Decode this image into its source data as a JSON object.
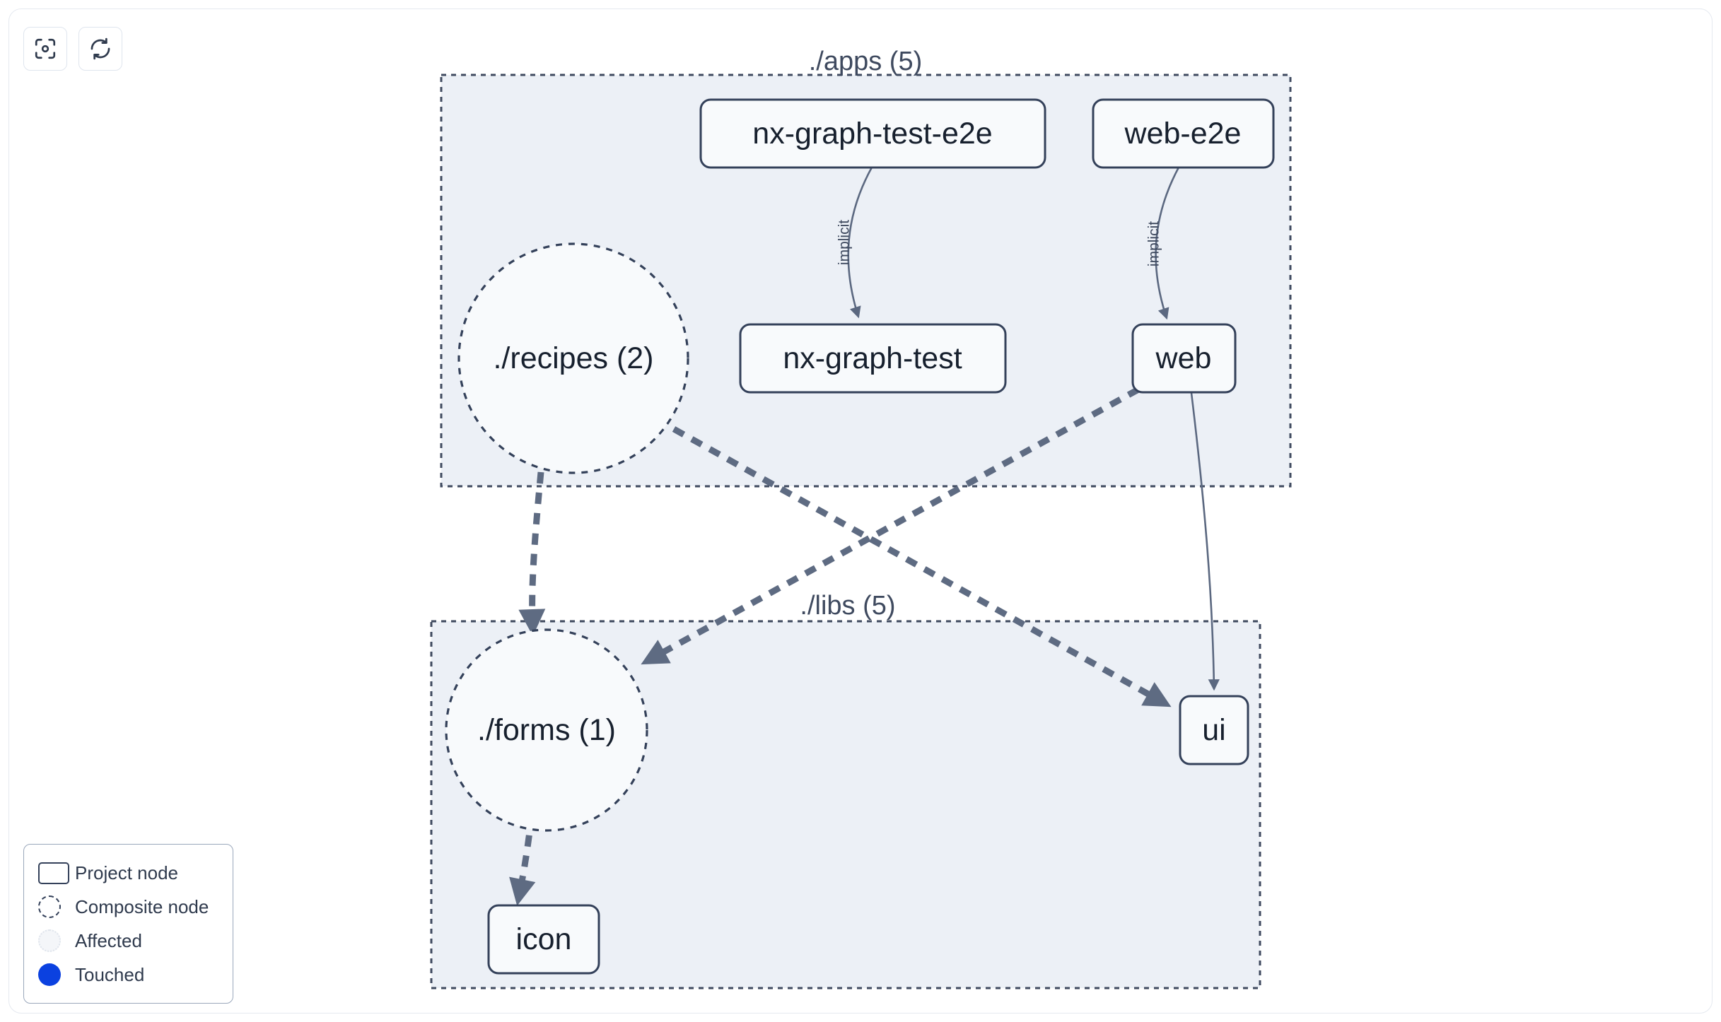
{
  "toolbar": {
    "buttons": [
      {
        "name": "focus-graph-button",
        "icon": "focus-target-icon",
        "label": "Focus graph"
      },
      {
        "name": "refresh-graph-button",
        "icon": "refresh-icon",
        "label": "Refresh graph"
      }
    ]
  },
  "graph": {
    "groups": [
      {
        "id": "apps",
        "label": "./apps (5)"
      },
      {
        "id": "libs",
        "label": "./libs (5)"
      }
    ],
    "nodes": [
      {
        "id": "nx-graph-test-e2e",
        "label": "nx-graph-test-e2e",
        "type": "project",
        "group": "apps"
      },
      {
        "id": "web-e2e",
        "label": "web-e2e",
        "type": "project",
        "group": "apps"
      },
      {
        "id": "nx-graph-test",
        "label": "nx-graph-test",
        "type": "project",
        "group": "apps"
      },
      {
        "id": "web",
        "label": "web",
        "type": "project",
        "group": "apps"
      },
      {
        "id": "recipes",
        "label": "./recipes (2)",
        "type": "composite",
        "group": "apps"
      },
      {
        "id": "forms",
        "label": "./forms (1)",
        "type": "composite",
        "group": "libs"
      },
      {
        "id": "ui",
        "label": "ui",
        "type": "project",
        "group": "libs"
      },
      {
        "id": "icon",
        "label": "icon",
        "type": "project",
        "group": "libs"
      }
    ],
    "edges": [
      {
        "source": "nx-graph-test-e2e",
        "target": "nx-graph-test",
        "label": "implicit",
        "style": "solid"
      },
      {
        "source": "web-e2e",
        "target": "web",
        "label": "implicit",
        "style": "solid"
      },
      {
        "source": "web",
        "target": "ui",
        "label": "",
        "style": "solid"
      },
      {
        "source": "recipes",
        "target": "forms",
        "label": "",
        "style": "dashed"
      },
      {
        "source": "recipes",
        "target": "ui",
        "label": "",
        "style": "dashed"
      },
      {
        "source": "web",
        "target": "forms",
        "label": "",
        "style": "dashed"
      },
      {
        "source": "forms",
        "target": "icon",
        "label": "",
        "style": "dashed"
      }
    ]
  },
  "legend": {
    "items": [
      {
        "swatch": "project-node-swatch",
        "label": "Project node"
      },
      {
        "swatch": "composite-node-swatch",
        "label": "Composite node"
      },
      {
        "swatch": "affected-swatch",
        "label": "Affected"
      },
      {
        "swatch": "touched-swatch",
        "label": "Touched"
      }
    ]
  },
  "colors": {
    "group_fill": "#ecf0f6",
    "group_border": "#3f4a5f",
    "node_fill": "#f8fafc",
    "node_border": "#34415a",
    "edge": "#5b6880",
    "touched": "#0b41e0",
    "text": "#17202e"
  }
}
